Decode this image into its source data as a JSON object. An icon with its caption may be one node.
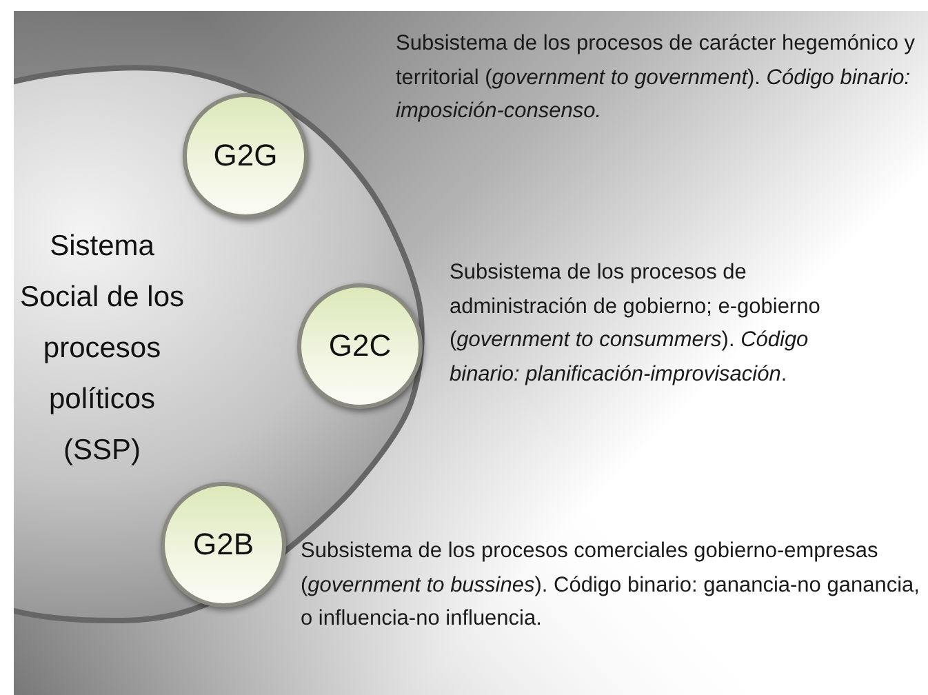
{
  "diagram": {
    "nodes": [
      {
        "text": [
          "Sistema Social de los procesos políticos (SSP)"
        ]
      },
      {
        "text": [
          "G2G"
        ],
        "in": 0
      },
      {
        "text": [
          "G2C"
        ],
        "in": 0
      },
      {
        "text": [
          "G2B"
        ],
        "in": 0
      }
    ],
    "edges": [],
    "labels": [
      "Subsistema de los procesos de carácter hegemónico y territorial (*government to government*). *Código binario: imposición-consenso.*",
      "Subsistema de los procesos de administración de gobierno; e-gobierno (*government to consummers*). *Código binario: planificación-improvisación*.",
      "Subsistema de los procesos comerciales gobierno-empresas (*government to bussines*). Código binario: ganancia-no ganancia, o influencia-no influencia."
    ]
  }
}
